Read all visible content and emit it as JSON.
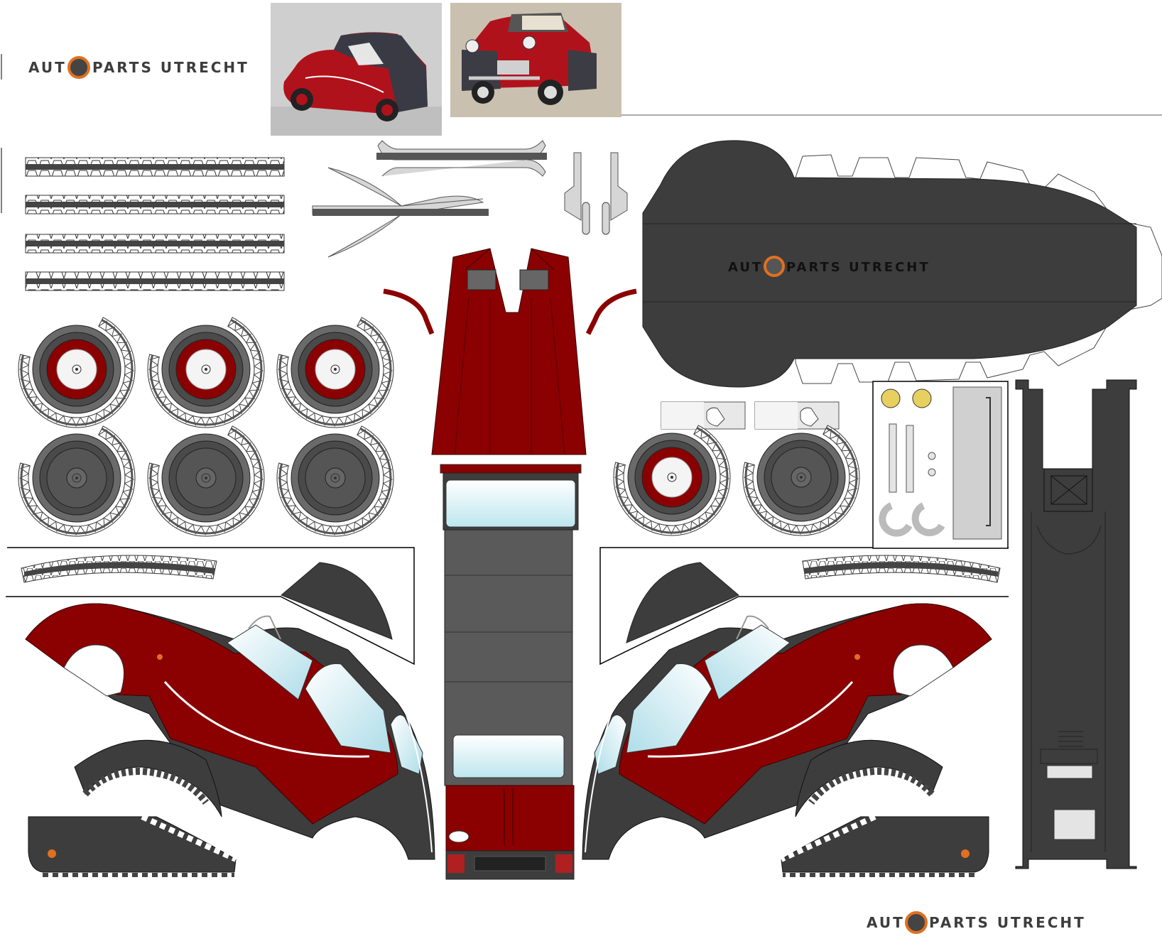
{
  "brand": {
    "left": "AUT",
    "right": "PARTS  UTRECHT",
    "accent": "#e07020",
    "dark": "#3d3d3d",
    "red": "#8b0000"
  },
  "photos": [
    "car-photo-rear",
    "car-photo-front"
  ]
}
